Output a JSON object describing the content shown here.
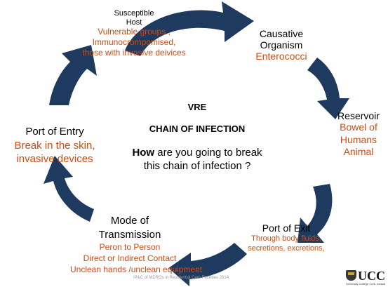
{
  "diagram": {
    "arrow_color": "#1f3a5f",
    "accent_color": "#d24a10"
  },
  "susceptible_host": {
    "title": "Susceptible",
    "title2": "Host",
    "line1": "Vulnerable groups ,",
    "line2": "Immunocrompomised,",
    "line3": "those with invasive deivices"
  },
  "causative_organism": {
    "title": "Causative",
    "title2": "Organism",
    "value": "Enterococci"
  },
  "reservoir": {
    "title": "Reservoir",
    "line1": "Bowel of",
    "line2": "Humans",
    "line3": "Animal"
  },
  "port_of_exit": {
    "title": "Port of Exit",
    "line1": "Through body fluids,",
    "line2": "secretions, excretions,"
  },
  "mode_of_transmission": {
    "title": "Mode of",
    "title2": "Transmission",
    "line1": "Peron to Person",
    "line2": "Direct or Indirect Contact",
    "line3": "Unclean hands /unclean equipment"
  },
  "port_of_entry": {
    "title": "Port of Entry",
    "line1": "Break in the skin,",
    "line2": "invasive devices"
  },
  "center": {
    "heading": "VRE",
    "subheading": "CHAIN OF INFECTION",
    "question_bold": "How",
    "question_rest": " are you going to break this chain of infection ?"
  },
  "footer": "IP&C of MDROs in Residential Care Facilities 2014",
  "logo": {
    "name": "UCC",
    "subtitle": "University College Cork, Ireland"
  }
}
